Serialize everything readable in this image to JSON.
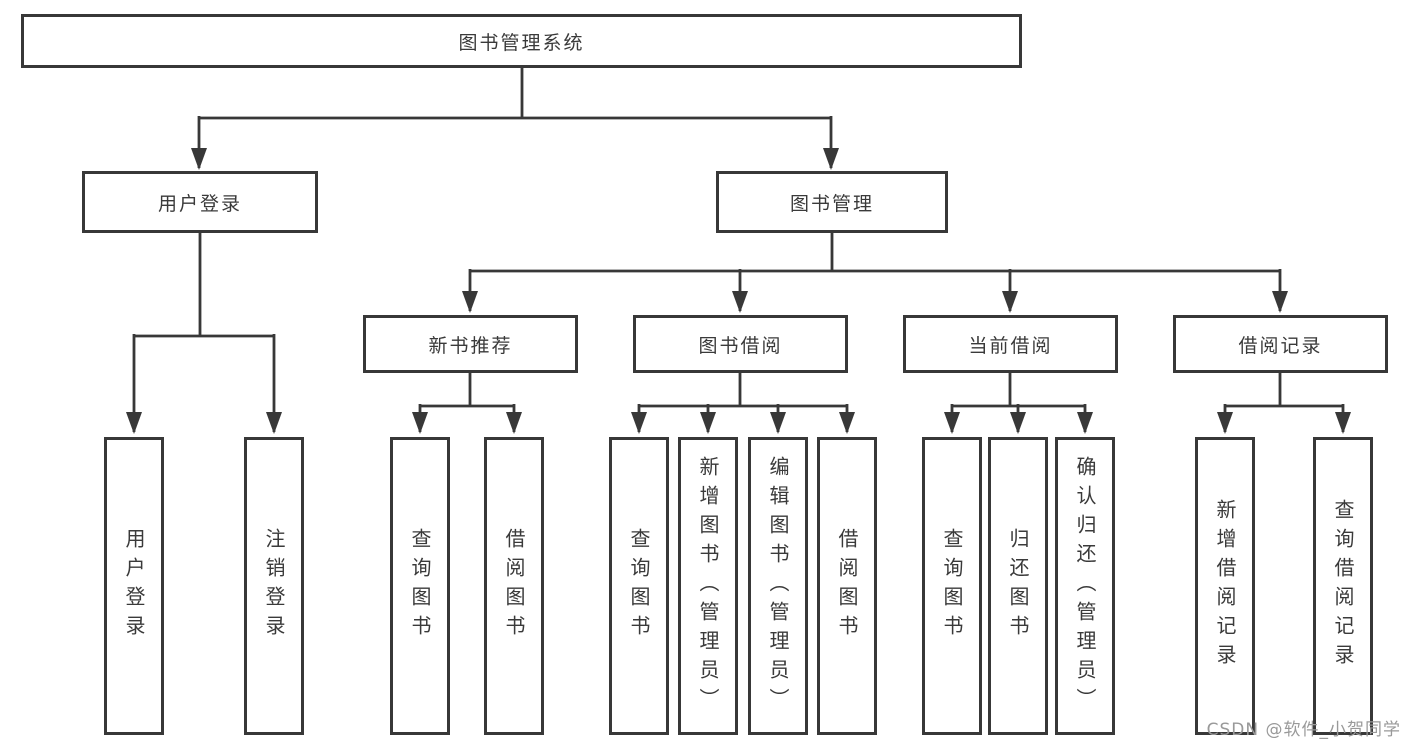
{
  "diagram": {
    "root": {
      "label": "图书管理系统"
    },
    "level2": {
      "user_login": {
        "label": "用户登录"
      },
      "book_management": {
        "label": "图书管理"
      }
    },
    "level3": {
      "new_book_recommend": {
        "label": "新书推荐"
      },
      "book_borrowing": {
        "label": "图书借阅"
      },
      "current_borrowing": {
        "label": "当前借阅"
      },
      "borrowing_records": {
        "label": "借阅记录"
      }
    },
    "leaves": {
      "user_login": {
        "label": "用户登录"
      },
      "logout": {
        "label": "注销登录"
      },
      "nb_query_books": {
        "label": "查询图书"
      },
      "nb_borrow_books": {
        "label": "借阅图书"
      },
      "bb_query_books": {
        "label": "查询图书"
      },
      "bb_add_books_admin": {
        "label": "新增图书（管理员）"
      },
      "bb_edit_books_admin": {
        "label": "编辑图书（管理员）"
      },
      "bb_borrow_books": {
        "label": "借阅图书"
      },
      "cb_query_books": {
        "label": "查询图书"
      },
      "cb_return_books": {
        "label": "归还图书"
      },
      "cb_confirm_return_admin": {
        "label": "确认归还（管理员）"
      },
      "br_add_record": {
        "label": "新增借阅记录"
      },
      "br_query_record": {
        "label": "查询借阅记录"
      }
    },
    "hierarchy": {
      "图书管理系统": {
        "用户登录": [
          "用户登录",
          "注销登录"
        ],
        "图书管理": {
          "新书推荐": [
            "查询图书",
            "借阅图书"
          ],
          "图书借阅": [
            "查询图书",
            "新增图书（管理员）",
            "编辑图书（管理员）",
            "借阅图书"
          ],
          "当前借阅": [
            "查询图书",
            "归还图书",
            "确认归还（管理员）"
          ],
          "借阅记录": [
            "新增借阅记录",
            "查询借阅记录"
          ]
        }
      }
    },
    "colors": {
      "line": "#383838",
      "text": "#3a3a3a",
      "background": "#ffffff",
      "watermark": "#999999"
    }
  },
  "watermark": {
    "text": "CSDN @软件_小贺同学"
  }
}
